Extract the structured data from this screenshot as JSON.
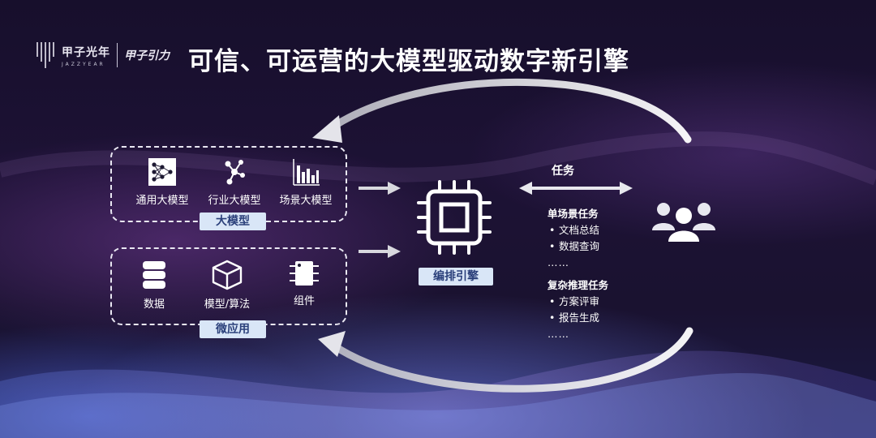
{
  "header": {
    "logo_cn": "甲子光年",
    "logo_en": "JAZZYEAR",
    "logo_sub": "甲子引力",
    "title": "可信、可运营的大模型驱动数字新引擎"
  },
  "model_group": {
    "tag": "大模型",
    "items": [
      {
        "label": "通用大模型",
        "icon": "neural-network-icon"
      },
      {
        "label": "行业大模型",
        "icon": "molecule-icon"
      },
      {
        "label": "场景大模型",
        "icon": "bar-chart-icon"
      }
    ]
  },
  "app_group": {
    "tag": "微应用",
    "items": [
      {
        "label": "数据",
        "icon": "database-icon"
      },
      {
        "label": "模型/算法",
        "icon": "cube-icon"
      },
      {
        "label": "组件",
        "icon": "chip-component-icon"
      }
    ]
  },
  "engine": {
    "label": "编排引擎",
    "icon": "cpu-icon"
  },
  "tasks": {
    "title": "任务",
    "single": {
      "head": "单场景任务",
      "items": [
        "文档总结",
        "数据查询"
      ],
      "more": "……"
    },
    "complex": {
      "head": "复杂推理任务",
      "items": [
        "方案评审",
        "报告生成"
      ],
      "more": "……"
    }
  },
  "users": {
    "icon": "users-group-icon"
  },
  "colors": {
    "tag_bg": "#d9e6f7",
    "tag_text": "#2a3f7a",
    "arrow": "#d8d8de"
  }
}
